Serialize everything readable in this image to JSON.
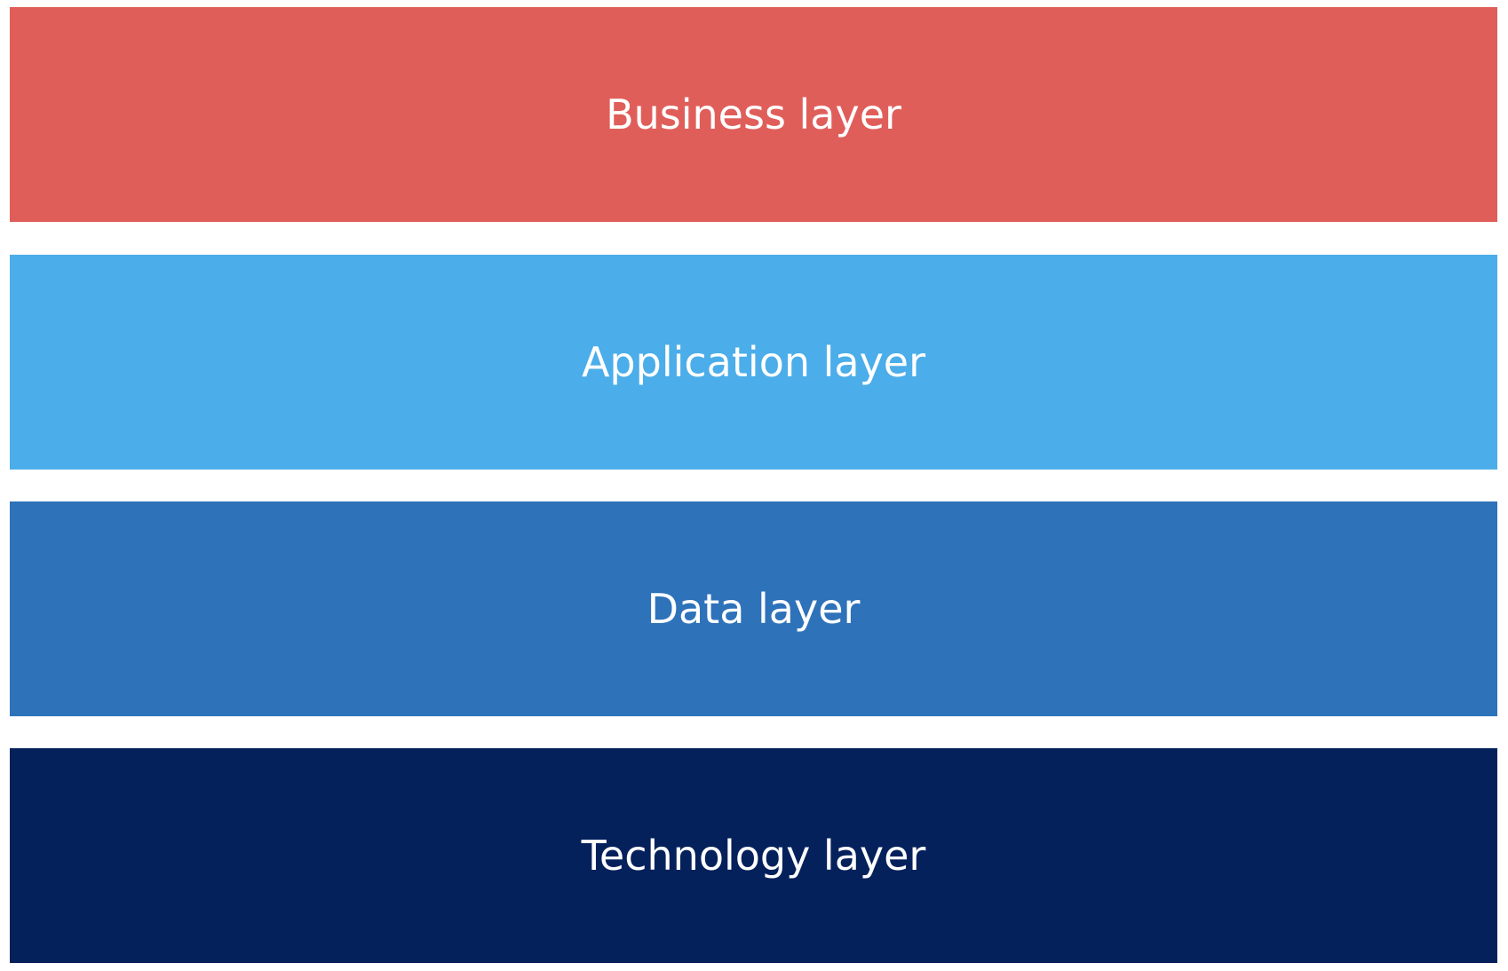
{
  "layers": [
    {
      "label": "Business layer",
      "color": "#E05E5A"
    },
    {
      "label": "Application layer",
      "color": "#4BADE9"
    },
    {
      "label": "Data layer",
      "color": "#2E72BA"
    },
    {
      "label": "Technology layer",
      "color": "#05215C"
    }
  ]
}
